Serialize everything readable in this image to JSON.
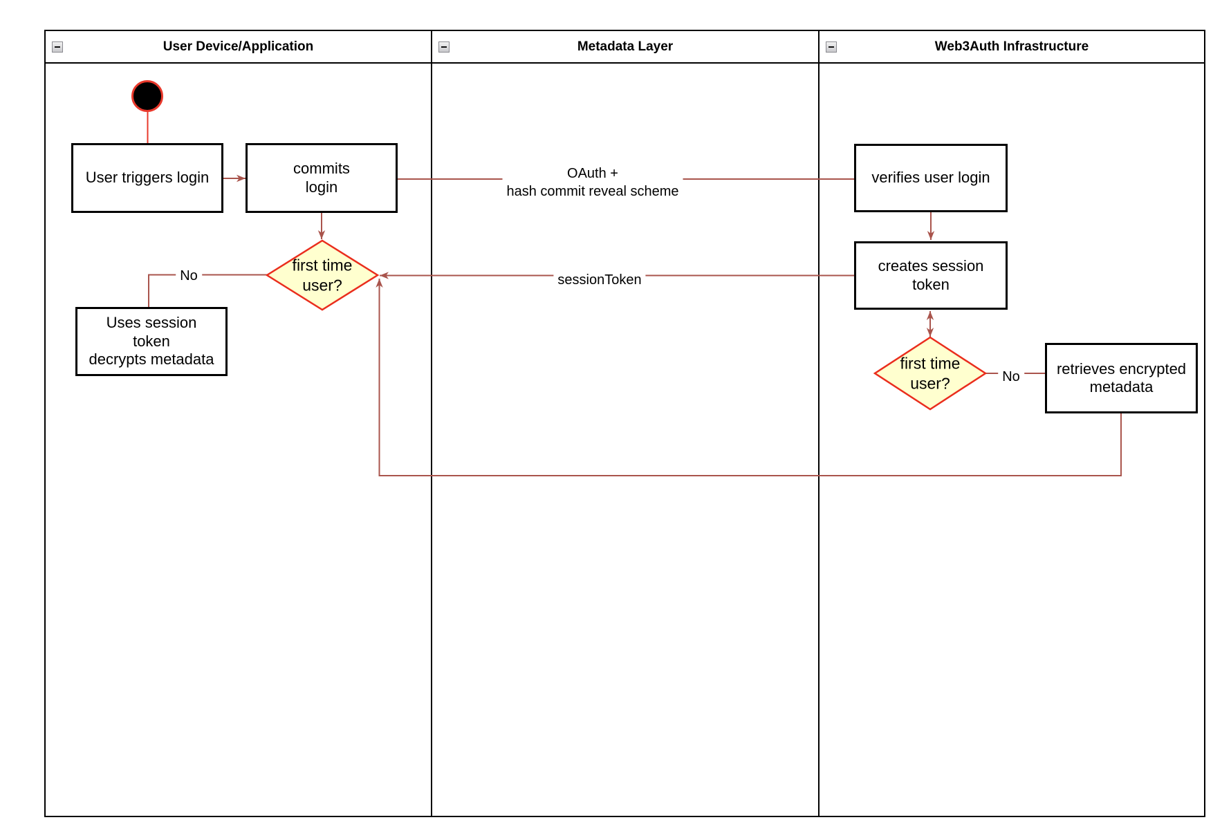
{
  "colors": {
    "edge": "#a9544c",
    "red": "#e8382b",
    "diamond-fill": "#ffffcf",
    "diamond-stroke": "#ea2d1d"
  },
  "lanes": [
    {
      "title": "User Device/Application"
    },
    {
      "title": "Metadata Layer"
    },
    {
      "title": "Web3Auth Infrastructure"
    }
  ],
  "nodes": {
    "user_triggers_login": "User triggers login",
    "commits_login": "commits\nlogin",
    "first_time_user_left": "first time\nuser?",
    "uses_session_token": "Uses session\ntoken\ndecrypts metadata",
    "verifies_user_login": "verifies user login",
    "creates_session_token": "creates session\ntoken",
    "first_time_user_right": "first time\nuser?",
    "retrieves_encrypted_metadata": "retrieves encrypted\nmetadata"
  },
  "edge_labels": {
    "oauth": "OAuth +\nhash commit reveal scheme",
    "session_token": "sessionToken",
    "no_left": "No",
    "no_right": "No"
  }
}
